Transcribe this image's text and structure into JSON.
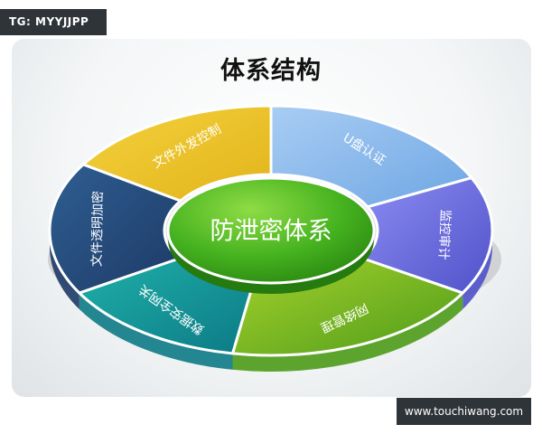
{
  "watermark_top": "TG: MYYJJPP",
  "watermark_bottom": "www.touchiwang.com",
  "title": "体系结构",
  "center": "防泄密体系",
  "segments": [
    {
      "label": "U盘认证",
      "color_light": "#a9cdf3",
      "color_dark": "#6ea6e4"
    },
    {
      "label": "监控审计",
      "color_light": "#8c8cf2",
      "color_dark": "#4f52c9"
    },
    {
      "label": "网络管理",
      "color_light": "#a6d22c",
      "color_dark": "#4d9b1a"
    },
    {
      "label": "数据安全网关",
      "color_light": "#1fb0a8",
      "color_dark": "#0c7a86"
    },
    {
      "label": "文件透明加密",
      "color_light": "#2f5e92",
      "color_dark": "#1d3a66"
    },
    {
      "label": "文件外发控制",
      "color_light": "#f4d23e",
      "color_dark": "#e2b31a"
    }
  ]
}
